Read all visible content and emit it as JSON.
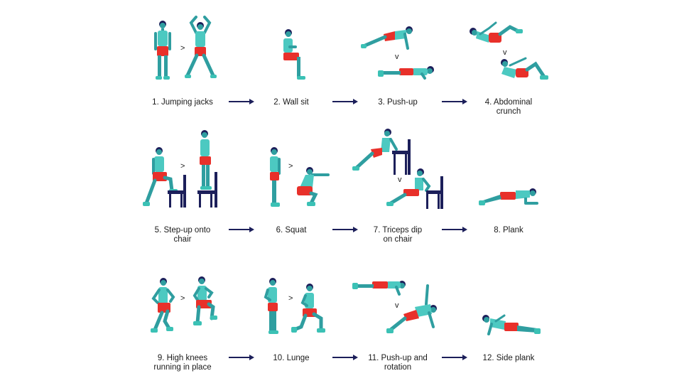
{
  "colors": {
    "skin": "#2f9ea0",
    "shirt": "#4cc9c1",
    "shorts": "#e8302a",
    "hair": "#1c1f5a",
    "shoe": "#3bc1b5",
    "chair": "#1c1f5a",
    "arrow": "#1c1f5a"
  },
  "exercises": [
    {
      "line1": "1. Jumping jacks",
      "line2": ""
    },
    {
      "line1": "2. Wall sit",
      "line2": ""
    },
    {
      "line1": "3. Push-up",
      "line2": ""
    },
    {
      "line1": "4. Abdominal",
      "line2": "crunch"
    },
    {
      "line1": "5. Step-up onto",
      "line2": "chair"
    },
    {
      "line1": "6. Squat",
      "line2": ""
    },
    {
      "line1": "7. Triceps dip",
      "line2": "on chair"
    },
    {
      "line1": "8. Plank",
      "line2": ""
    },
    {
      "line1": "9. High knees",
      "line2": "running in place"
    },
    {
      "line1": "10. Lunge",
      "line2": ""
    },
    {
      "line1": "11. Push-up and",
      "line2": "rotation"
    },
    {
      "line1": "12. Side plank",
      "line2": ""
    }
  ],
  "separators": {
    "step": ">",
    "down": "v"
  }
}
